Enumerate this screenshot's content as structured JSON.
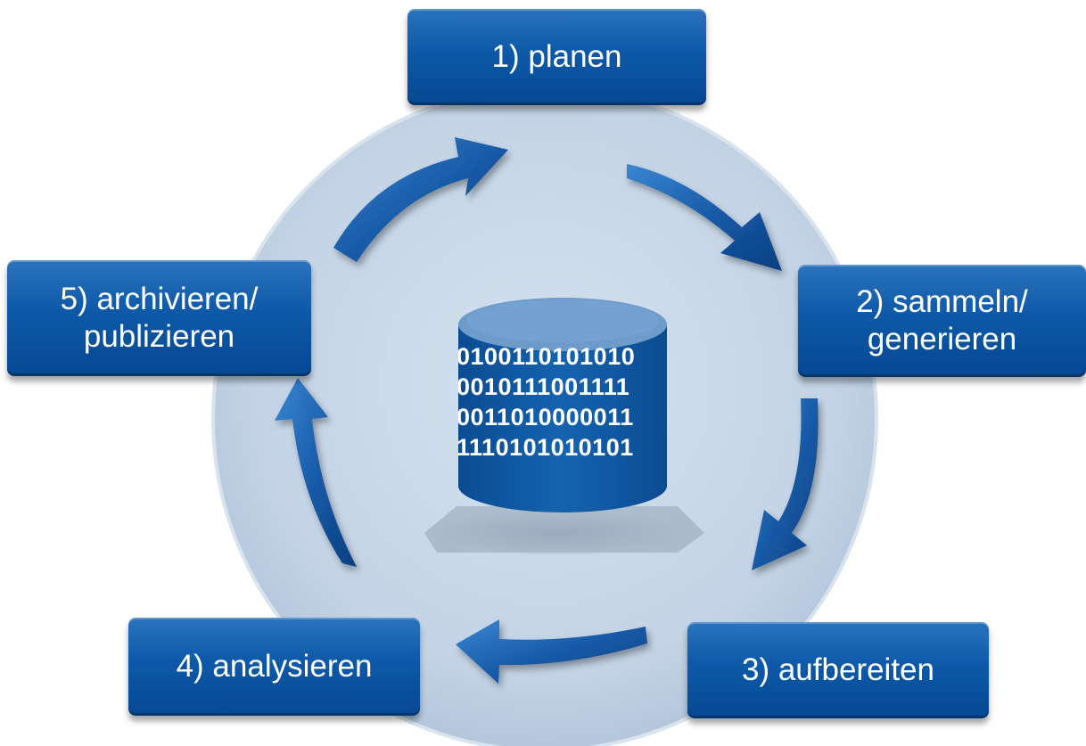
{
  "steps": [
    {
      "id": 1,
      "lines": [
        "1) planen"
      ]
    },
    {
      "id": 2,
      "lines": [
        "2) sammeln/",
        "generieren"
      ]
    },
    {
      "id": 3,
      "lines": [
        "3) aufbereiten"
      ]
    },
    {
      "id": 4,
      "lines": [
        "4) analysieren"
      ]
    },
    {
      "id": 5,
      "lines": [
        "5) archivieren/",
        "publizieren"
      ]
    }
  ],
  "database": {
    "binary_lines": [
      "0100110101010",
      "0010111001111",
      "0011010000011",
      "1110101010101"
    ]
  },
  "colors": {
    "box": "#0d59a8",
    "arrow": "#1a5fad",
    "circle": "#c4d3e3",
    "cylinder": "#0f5aa3",
    "cylinder_top": "#6d9ccb"
  }
}
